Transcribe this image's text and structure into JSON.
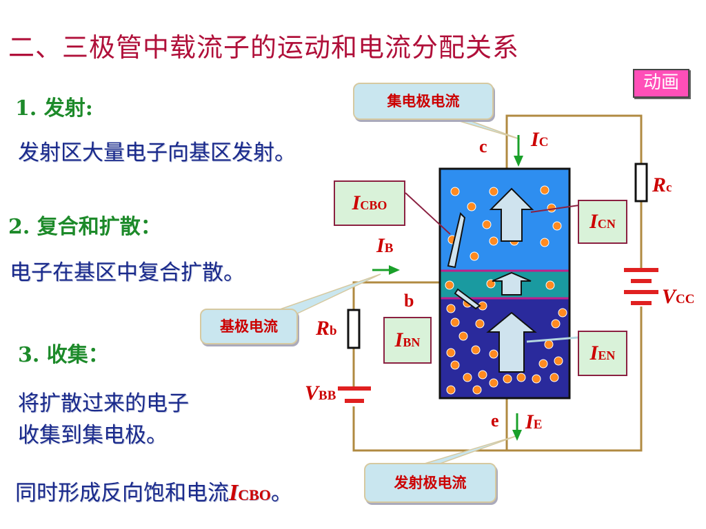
{
  "title": "二、三极管中载流子的运动和电流分配关系",
  "anim_button": "动画",
  "sections": {
    "s1_head": "1.  发射:",
    "s1_text": "发射区大量电子向基区发射。",
    "s2_head": "2. 复合和扩散：",
    "s2_text": "电子在基区中复合扩散。",
    "s3_head": "3. 收集：",
    "s3_text1": "将扩散过来的电子",
    "s3_text2": "收集到集电极。",
    "s4_text": "同时形成反向饱和电流",
    "s4_cur_main": "I",
    "s4_cur_sub": "CBO",
    "s4_tail": "。"
  },
  "callouts": {
    "collector": "集电极电流",
    "base": "基极电流",
    "emitter": "发射极电流"
  },
  "currents": {
    "icbo_main": "I",
    "icbo_sub": "CBO",
    "icn_main": "I",
    "icn_sub": "CN",
    "ibn_main": "I",
    "ibn_sub": "BN",
    "ien_main": "I",
    "ien_sub": "EN",
    "ic_main": "I",
    "ic_sub": "C",
    "ib_main": "I",
    "ib_sub": "B",
    "ie_main": "I",
    "ie_sub": "E"
  },
  "terminals": {
    "c": "c",
    "b": "b",
    "e": "e"
  },
  "components": {
    "rc_main": "R",
    "rc_sub": "c",
    "rb_main": "R",
    "rb_sub": "b",
    "vcc_main": "V",
    "vcc_sub": "CC",
    "vbb_main": "V",
    "vbb_sub": "BB"
  },
  "colors": {
    "title": "#b0103a",
    "heading": "#1d8a2a",
    "body": "#1a2a8c",
    "collector_region": "#2e8ef0",
    "base_region": "#1a9aa0",
    "emitter_region": "#2a2a9c",
    "electron": "#ff8a20",
    "wire": "#b08a40",
    "label_red": "#cc0000"
  }
}
